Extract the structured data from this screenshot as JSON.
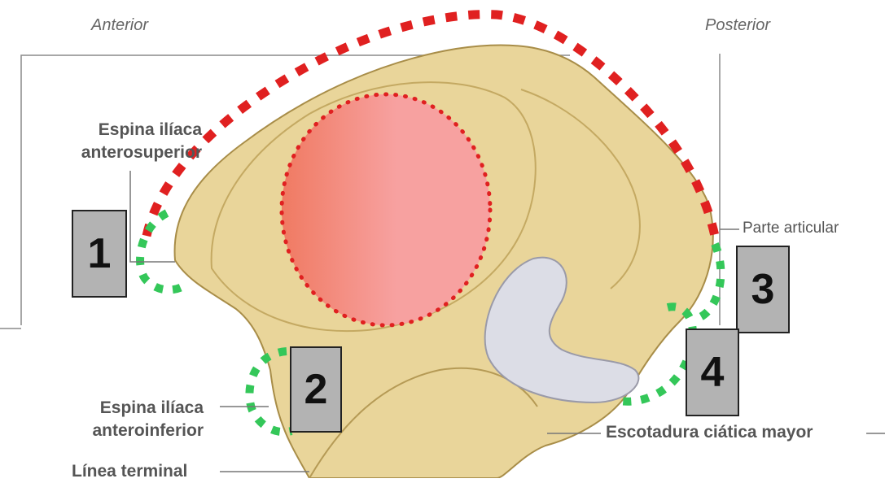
{
  "orientation": {
    "left": "Anterior",
    "right": "Posterior"
  },
  "labels": {
    "asis_line1": "Espina ilíaca",
    "asis_line2": "anterosuperior",
    "aiis_line1": "Espina ilíaca",
    "aiis_line2": "anteroinferior",
    "linea_terminal": "Línea terminal",
    "parte_articular": "Parte articular",
    "escotadura": "Escotadura ciática mayor"
  },
  "markers": [
    "1",
    "2",
    "3",
    "4"
  ],
  "colors": {
    "bone": "#e9d59a",
    "bone_shade": "#d4bb73",
    "highlight_red": "#e02020",
    "highlight_green": "#34c759",
    "region_fill_left": "#f07a62",
    "region_fill_right": "#f7a1a0",
    "marker_box": "#b3b3b3",
    "articular_surface": "#dcdde6"
  }
}
